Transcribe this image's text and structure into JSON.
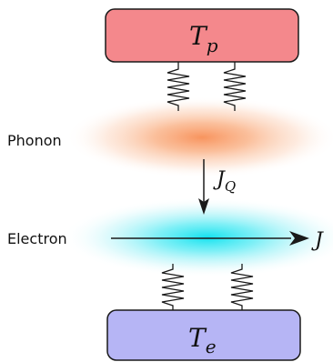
{
  "diagram": {
    "top_box": {
      "symbol": "T",
      "subscript": "p",
      "fill": "#f4888c"
    },
    "bottom_box": {
      "symbol": "T",
      "subscript": "e",
      "fill": "#b6b5f5"
    },
    "phonon_label": "Phonon",
    "electron_label": "Electron",
    "heat_flux": {
      "symbol": "J",
      "subscript": "Q"
    },
    "current": {
      "symbol": "J"
    },
    "colors": {
      "phonon_cloud": "#f89a66",
      "electron_cloud": "#19e0f0",
      "stroke": "#1a1a1a"
    }
  }
}
